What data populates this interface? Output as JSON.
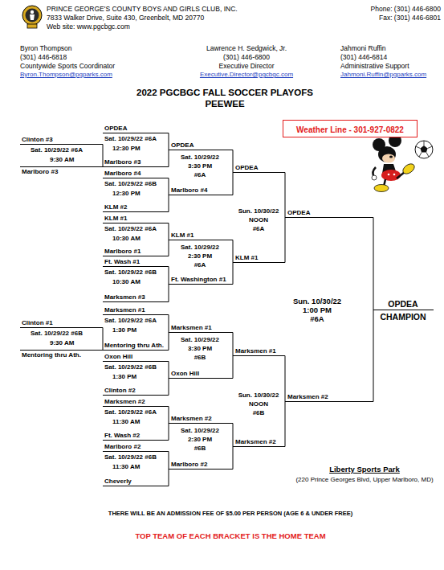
{
  "diagram": {
    "title": "2022 PGCBGC FALL SOCCER PLAYOFS",
    "nodes": [
      {
        "text": [
          "Weather Line - 301-927-0822"
        ]
      }
    ],
    "labels": [
      "PRINCE GEORGE'S COUNTY BOYS AND GIRLS CLUB, INC.",
      "7833 Walker Drive, Suite 430, Greenbelt, MD 20770",
      "Web site: www.pgcbgc.com",
      "Phone: (301) 446-6800",
      "Fax: (301) 446-6801",
      "Byron Thompson",
      "(301) 446-6818",
      "Countywide Sports Coordinator",
      "Byron.Thompson@pgparks.com",
      "Lawrence H. Sedgwick, Jr.",
      "(301) 446-6800",
      "Executive Director",
      "Executive.Director@pgcbgc.com",
      "Jahmoni Ruffin",
      "(301) 446-6814",
      "Administrative Support",
      "Jahmoni.Ruffin@pgparks.com",
      "PEEWEE",
      "Clinton #3",
      "Sat. 10/29/22 #6A",
      "9:30 AM",
      "Marlboro #3",
      "OPDEA",
      "Sat. 10/29/22 #6A",
      "12:30 PM",
      "Marlboro #3",
      "Marlboro #4",
      "Sat. 10/29/22 #6B",
      "12:30 PM",
      "KLM #2",
      "KLM #1",
      "Sat. 10/29/22 #6A",
      "10:30 AM",
      "Marlboro #1",
      "Ft. Wash #1",
      "Sat. 10/29/22 #6B",
      "10:30 AM",
      "Marksmen #3",
      "Clinton #1",
      "Sat. 10/29/22 #6B",
      "9:30 AM",
      "Mentoring thru Ath.",
      "Marksmen #1",
      "Sat. 10/29/22 #6A",
      "1:30 PM",
      "Mentoring thru Ath.",
      "Oxon Hill",
      "Sat. 10/29/22 #6B",
      "1:30 PM",
      "Clinton #2",
      "Marksmen #2",
      "Sat. 10/29/22 #6A",
      "11:30 AM",
      "Ft. Wash #2",
      "Marlboro #2",
      "Sat. 10/29/22 #6B",
      "11:30 AM",
      "Cheverly",
      "OPDEA",
      "Sat. 10/29/22",
      "3:30 PM",
      "#6A",
      "Marlboro #4",
      "KLM #1",
      "Sat. 10/29/22",
      "2:30 PM",
      "#6A",
      "Ft. Washington #1",
      "Marksmen #1",
      "Sat. 10/29/22",
      "3:30 PM",
      "#6B",
      "Oxon Hill",
      "Marksmen #2",
      "Sat. 10/29/22",
      "2:30 PM",
      "#6B",
      "Marlboro #2",
      "OPDEA",
      "Sun. 10/30/22",
      "NOON",
      "#6A",
      "KLM #1",
      "Marksmen #1",
      "Sun. 10/30/22",
      "NOON",
      "#6B",
      "Marksmen #2",
      "OPDEA",
      "Sun. 10/30/22",
      "1:00 PM",
      "#6A",
      "Marksmen #2",
      "OPDEA",
      "CHAMPION",
      "Liberty Sports Park",
      "(220 Prince Georges Blvd, Upper Marlboro, MD)",
      "THERE WILL BE AN ADMISSION FEE OF $5.00 PER PERSON (AGE 6 & UNDER FREE)",
      "TOP TEAM OF EACH BRACKET IS THE HOME TEAM"
    ]
  }
}
